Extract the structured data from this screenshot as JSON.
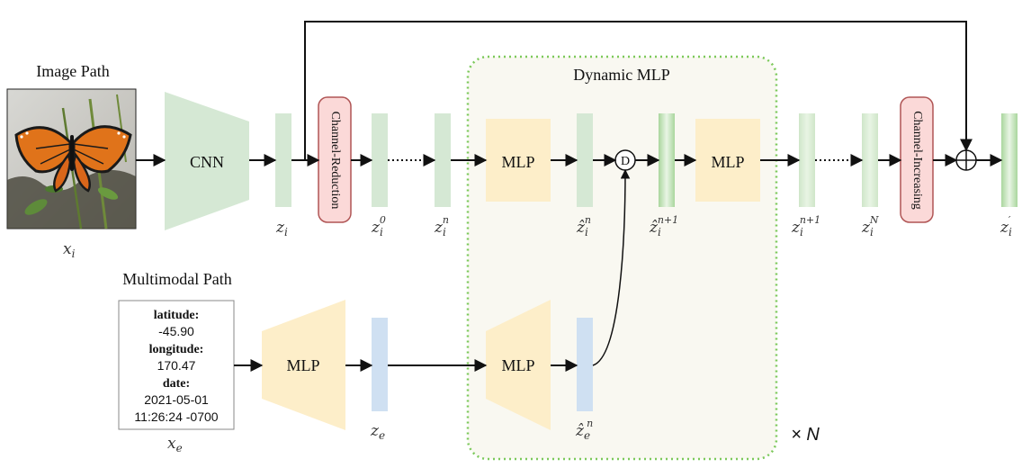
{
  "titles": {
    "image_path": "Image Path",
    "multimodal_path": "Multimodal Path",
    "dynamic_mlp": "Dynamic MLP"
  },
  "blocks": {
    "cnn": "CNN",
    "mlp": "MLP",
    "channel_reduction": "Channel-Reduction",
    "channel_increasing": "Channel-Increasing",
    "dynamic_op": "D",
    "repeat": "× N"
  },
  "metadata": {
    "latitude_label": "latitude:",
    "latitude_value": "-45.90",
    "longitude_label": "longitude:",
    "longitude_value": "170.47",
    "date_label": "date:",
    "date_value": "2021-05-01",
    "time_value": "11:26:24 -0700"
  },
  "labels": {
    "x_i": {
      "base": "x",
      "sub": "i",
      "sup": ""
    },
    "x_e": {
      "base": "x",
      "sub": "e",
      "sup": ""
    },
    "z_i": {
      "base": "z",
      "sub": "i",
      "sup": ""
    },
    "z_i_0": {
      "base": "z",
      "sub": "i",
      "sup": "0"
    },
    "z_i_n": {
      "base": "z",
      "sub": "i",
      "sup": "n"
    },
    "zhat_i_n": {
      "base": "ẑ",
      "sub": "i",
      "sup": "n"
    },
    "zhat_i_n1": {
      "base": "ẑ",
      "sub": "i",
      "sup": "n+1"
    },
    "z_i_n1": {
      "base": "z",
      "sub": "i",
      "sup": "n+1"
    },
    "z_i_N": {
      "base": "z",
      "sub": "i",
      "sup": "N"
    },
    "z_i_prime": {
      "base": "z",
      "sub": "i",
      "sup": "′"
    },
    "z_e": {
      "base": "z",
      "sub": "e",
      "sup": ""
    },
    "zhat_e_n": {
      "base": "ẑ",
      "sub": "e",
      "sup": "n"
    }
  },
  "colors": {
    "green_fill": "#d5e8d4",
    "yellow_fill": "#fdeec9",
    "blue_fill": "#cfe0f2",
    "pink_fill": "#fbd9d8",
    "pink_stroke": "#b05555",
    "dynamic_box_fill": "#f9f8f1",
    "dynamic_box_stroke": "#7cc95b",
    "arrow": "#111111"
  }
}
